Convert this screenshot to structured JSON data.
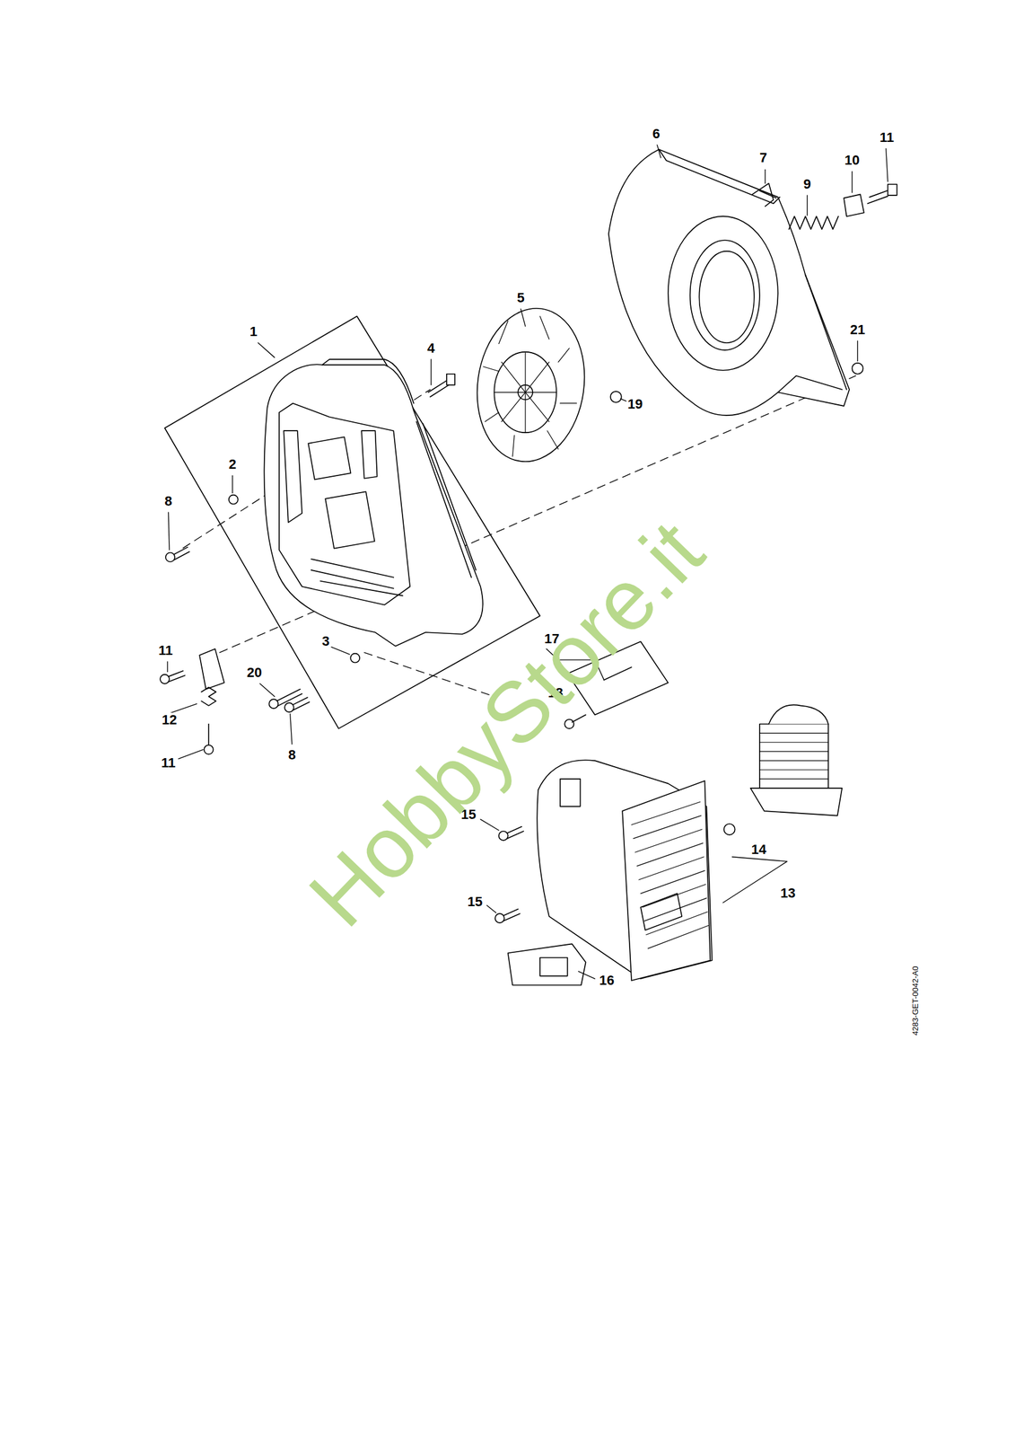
{
  "diagram": {
    "labels": [
      "6",
      "7",
      "11",
      "10",
      "9",
      "5",
      "21",
      "1",
      "4",
      "19",
      "2",
      "8",
      "3",
      "17",
      "11",
      "20",
      "18",
      "12",
      "8",
      "11",
      "15",
      "14",
      "13",
      "15",
      "16",
      "HobbyStore.it",
      "4283-GET-0042-A0"
    ]
  }
}
